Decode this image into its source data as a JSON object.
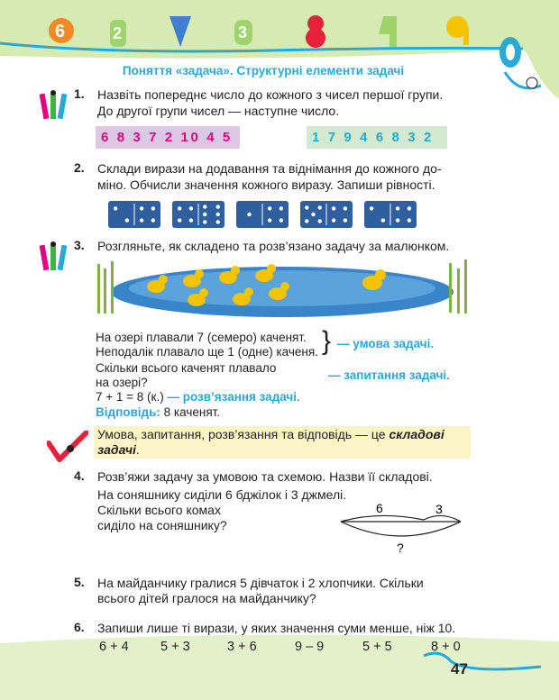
{
  "header": {
    "title": "Поняття «задача». Структурні елементи задачі",
    "band_color": "#cfe6a8",
    "accent_color": "#2aa9d6"
  },
  "tasks": {
    "t1": {
      "number": "1.",
      "line1": "Назвіть попереднє число до кожного з чисел першої групи.",
      "line2": "До другої групи чисел — наступне число.",
      "group1": "6 8 3 7 2 10 4 5",
      "group2": "1 7 9 4 6 8 3 2"
    },
    "t2": {
      "number": "2.",
      "line1": "Склади вирази на додавання та віднімання до кожного до-",
      "line2": "міно. Обчисли значення кожного виразу. Запиши рівності.",
      "dominoes": [
        [
          2,
          4
        ],
        [
          4,
          6
        ],
        [
          1,
          4
        ],
        [
          5,
          4
        ],
        [
          2,
          4
        ]
      ]
    },
    "t3": {
      "number": "3.",
      "line1": "Розгляньте, як складено та розв’язано задачу за малюнком.",
      "cond1": "На озері плавали 7 (семеро) каченят.",
      "cond2": "Неподалік плавало ще 1 (одне) каченя.",
      "cond_label": "— умова задачі.",
      "q1": "Скільки всього каченят плавало",
      "q2": "на озері?",
      "q_label": "— запитання задачі",
      "q_dot": ".",
      "solution": "7 + 1 = 8 (к.)",
      "solution_label": "— розв’язання задачі",
      "solution_dot": ".",
      "answer_label": "Відповідь:",
      "answer": "8 каченят."
    },
    "note": {
      "text": "Умова, запитання, розв’язання та відповідь — це",
      "bold_italic_1": "складові",
      "bold_italic_2": "задачі",
      "dot": "."
    },
    "t4": {
      "number": "4.",
      "line1": "Розв’яжи задачу за умовою та схемою. Назви її складові.",
      "line2": "На соняшнику сиділи 6 бджілок і 3 джмелі.",
      "line3": "Скільки всього комах",
      "line4": "сиділо на соняшнику?",
      "scheme_a": "6",
      "scheme_b": "3",
      "scheme_q": "?"
    },
    "t5": {
      "number": "5.",
      "line1": "На майданчику гралися 5 дівчаток і 2 хлопчики. Скільки",
      "line2": "всього дітей гралося на майданчику?"
    },
    "t6": {
      "number": "6.",
      "line1": "Запиши лише ті вирази, у яких значення суми менше, ніж 10.",
      "expressions": [
        "6 + 4",
        "5 + 3",
        "3 + 6",
        "9 – 9",
        "5 + 5",
        "8 + 0"
      ]
    }
  },
  "footer": {
    "page_number": "47"
  },
  "icons": {
    "pencils": "pencils-icon",
    "checkmark": "red-checkmark-icon",
    "digits": "cartoon-digit-characters"
  }
}
